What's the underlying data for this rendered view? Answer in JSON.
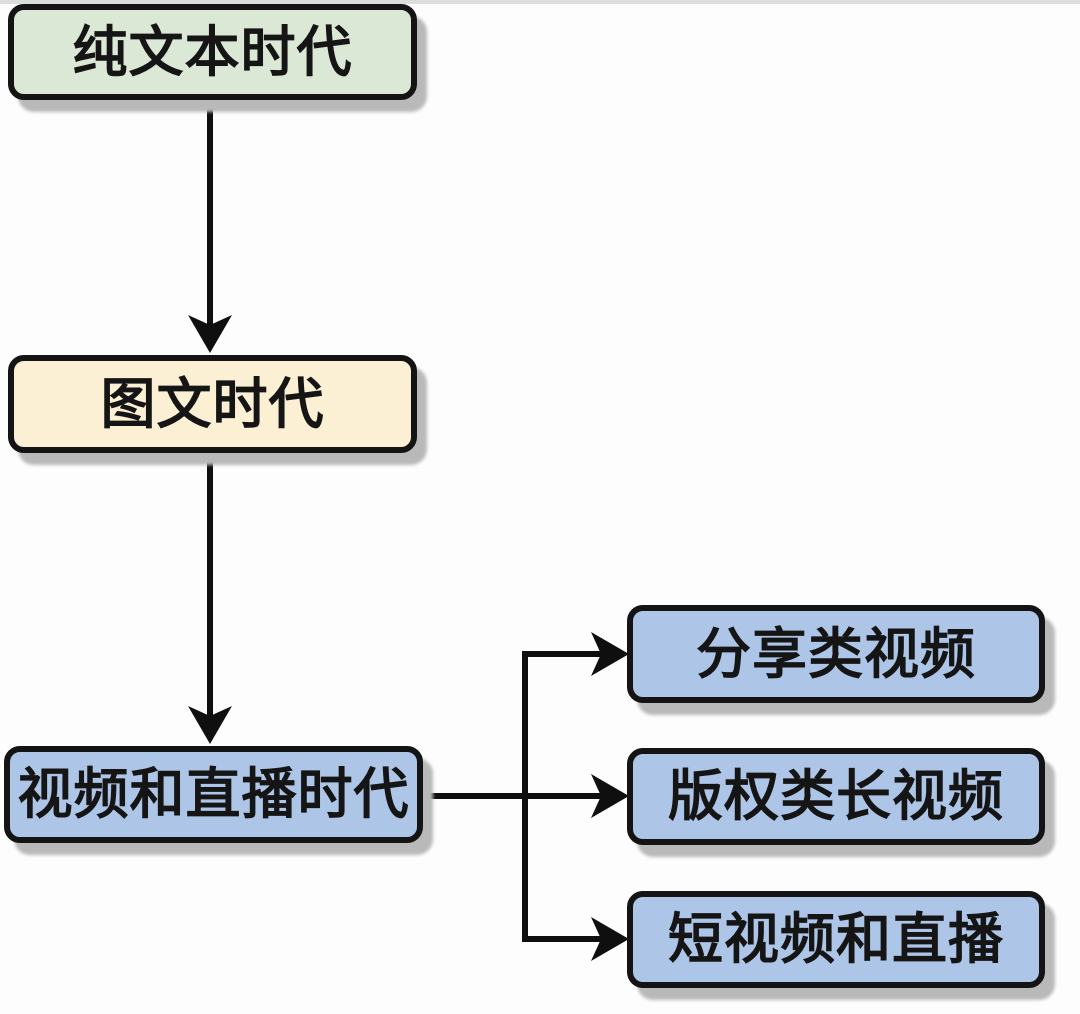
{
  "diagram": {
    "type": "flowchart",
    "background_color": "#fdfdfd",
    "top_strip_color": "#dcdedd",
    "node_border_color": "#141414",
    "connector_color": "#0f0f0f",
    "shadow_color": "#b9b9b9",
    "text_color": "#151515",
    "nodes": [
      {
        "id": "era-plain-text",
        "label": "纯文本时代",
        "fill": "#dce8d6"
      },
      {
        "id": "era-image-text",
        "label": "图文时代",
        "fill": "#fbf0d4"
      },
      {
        "id": "era-video-live",
        "label": "视频和直播时代",
        "fill": "#adc5e6"
      },
      {
        "id": "video-sharing",
        "label": "分享类视频",
        "fill": "#adc5e6"
      },
      {
        "id": "video-copyright-long",
        "label": "版权类长视频",
        "fill": "#adc5e6"
      },
      {
        "id": "video-short-live",
        "label": "短视频和直播",
        "fill": "#adc5e6"
      }
    ],
    "edges": [
      {
        "from": "era-plain-text",
        "to": "era-image-text"
      },
      {
        "from": "era-image-text",
        "to": "era-video-live"
      },
      {
        "from": "era-video-live",
        "to": "video-sharing"
      },
      {
        "from": "era-video-live",
        "to": "video-copyright-long"
      },
      {
        "from": "era-video-live",
        "to": "video-short-live"
      }
    ]
  }
}
